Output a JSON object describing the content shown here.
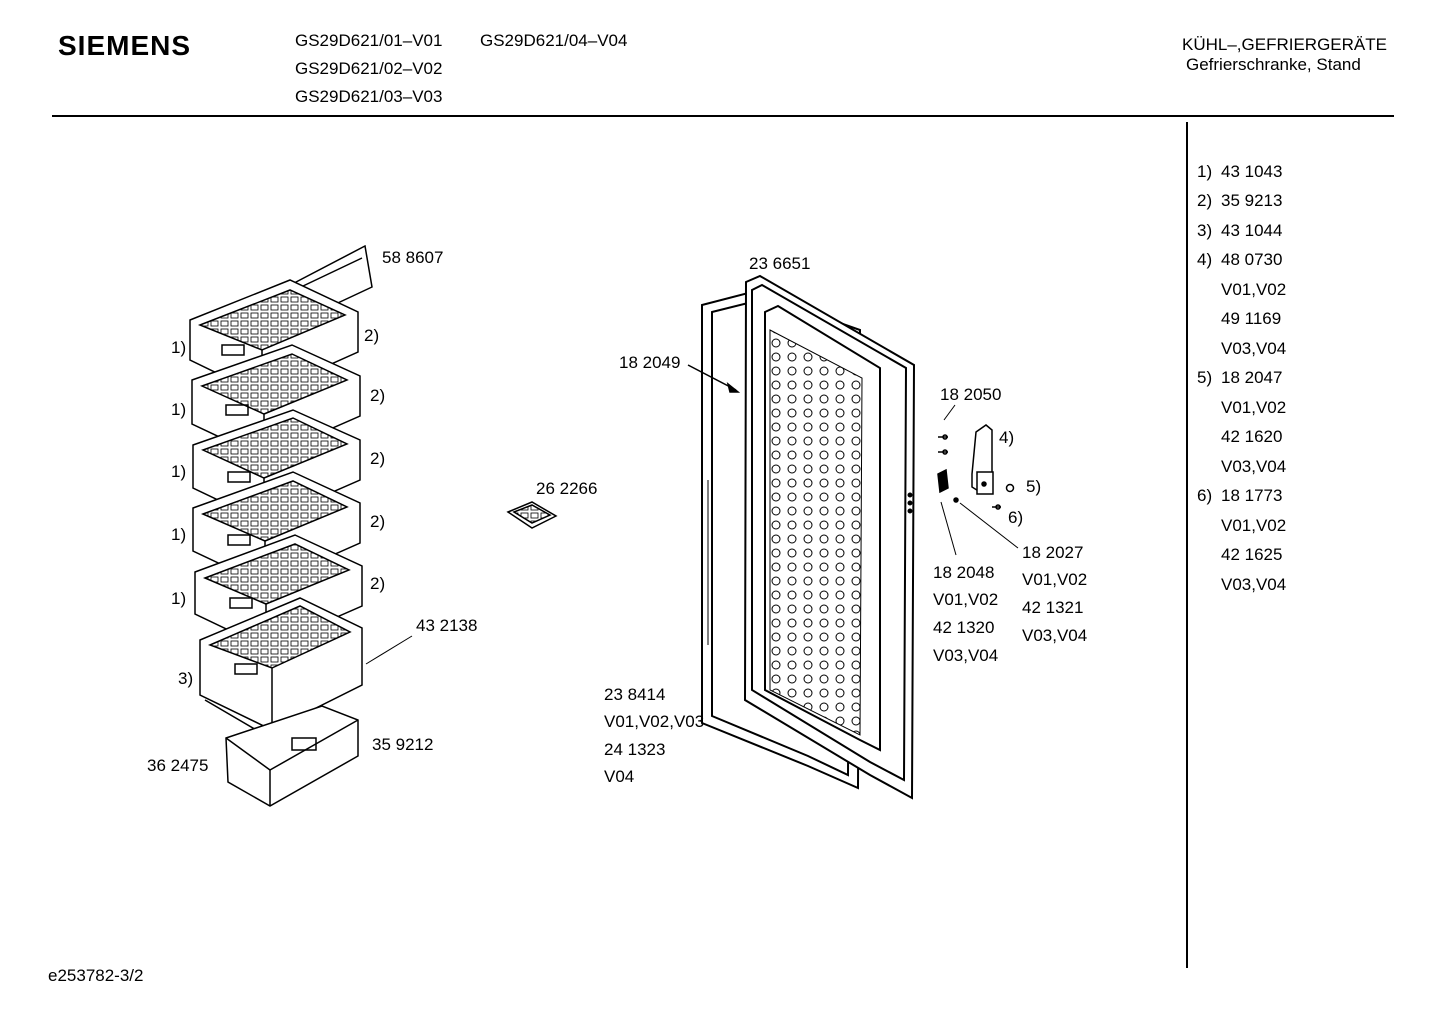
{
  "header": {
    "brand": "SIEMENS",
    "models": [
      "GS29D621/01–V01",
      "GS29D621/04–V04",
      "GS29D621/02–V02",
      "GS29D621/03–V03"
    ],
    "category": "KÜHL–,GEFRIERGERÄTE",
    "subcategory": "Gefrierschranke, Stand"
  },
  "legend": [
    {
      "key": "1)",
      "value": "43 1043"
    },
    {
      "key": "2)",
      "value": "35 9213"
    },
    {
      "key": "3)",
      "value": "43 1044"
    },
    {
      "key": "4)",
      "value": "48 0730"
    },
    {
      "key": "",
      "value": "V01,V02"
    },
    {
      "key": "",
      "value": "49 1169"
    },
    {
      "key": "",
      "value": "V03,V04"
    },
    {
      "key": "5)",
      "value": "18 2047"
    },
    {
      "key": "",
      "value": "V01,V02"
    },
    {
      "key": "",
      "value": "42 1620"
    },
    {
      "key": "",
      "value": "V03,V04"
    },
    {
      "key": "6)",
      "value": "18 1773"
    },
    {
      "key": "",
      "value": "V01,V02"
    },
    {
      "key": "",
      "value": "42 1625"
    },
    {
      "key": "",
      "value": "V03,V04"
    }
  ],
  "labels": {
    "part_588607": "58 8607",
    "part_432138": "43 2138",
    "part_359212": "35 9212",
    "part_362475": "36 2475",
    "part_262266": "26 2266",
    "part_236651": "23 6651",
    "part_182049": "18 2049",
    "part_238414": "23 8414",
    "v_010203": "V01,V02,V03",
    "part_241323": "24 1323",
    "v_04": "V04",
    "part_182050": "18 2050",
    "part_182048": "18 2048",
    "v0102_a": "V01,V02",
    "part_421320": "42 1320",
    "v0304_a": "V03,V04",
    "part_182027": "18 2027",
    "v0102_b": "V01,V02",
    "part_421321": "42 1321",
    "v0304_b": "V03,V04",
    "ref1": "1)",
    "ref2": "2)",
    "ref3": "3)",
    "ref4": "4)",
    "ref5": "5)",
    "ref6": "6)"
  },
  "footer": "e253782-3/2"
}
